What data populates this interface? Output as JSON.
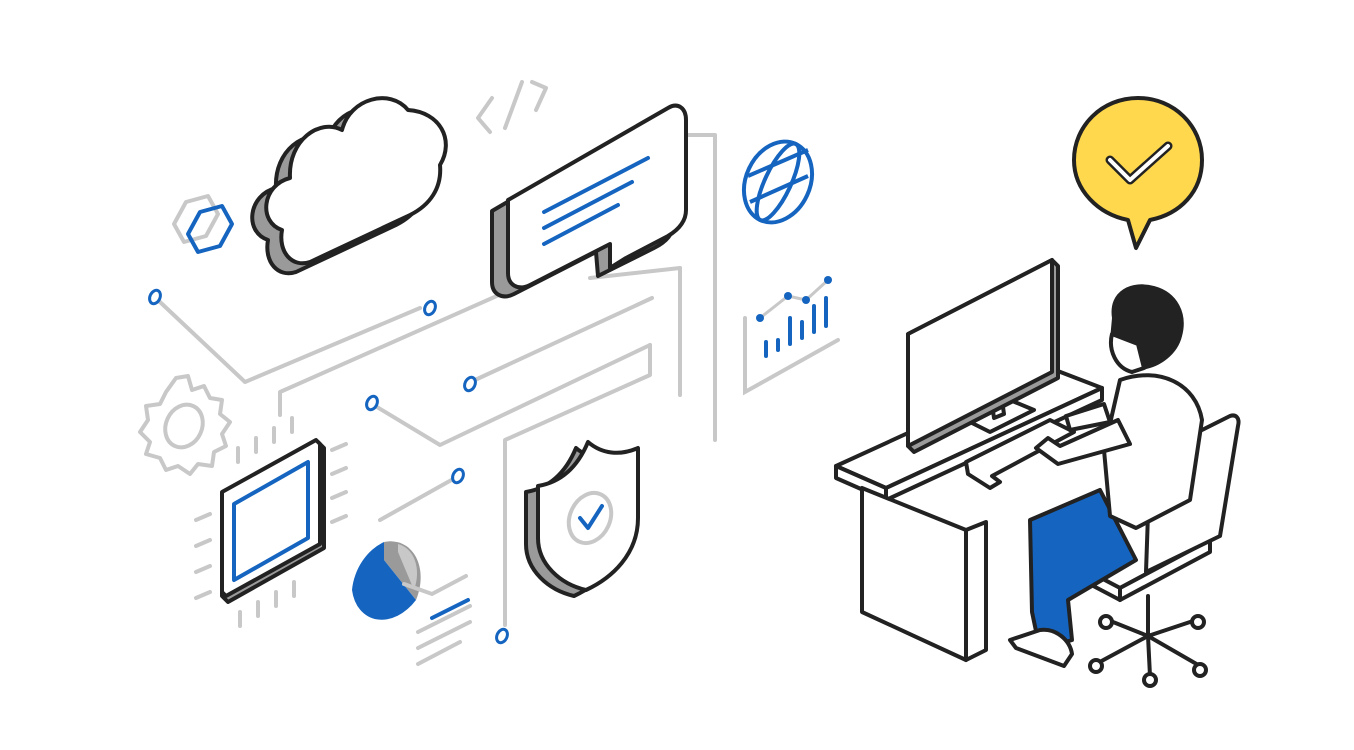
{
  "illustration": {
    "colors": {
      "outline": "#222222",
      "gray_line": "#c8c8c8",
      "gray_shade": "#9a9a9a",
      "blue": "#1565c0",
      "yellow": "#ffd84d",
      "white": "#ffffff"
    },
    "icons": [
      "cloud-icon",
      "chat-bubble-icon",
      "code-tag-icon",
      "globe-icon",
      "bar-chart-icon",
      "hexagon-icon",
      "gear-icon",
      "cpu-chip-icon",
      "pie-chart-icon",
      "shield-check-icon",
      "checkmark-badge-icon",
      "computer-monitor-icon",
      "desk-icon",
      "office-chair-icon",
      "person-at-computer"
    ],
    "code_tag_text": "</>",
    "pie_chart": {
      "blue_fraction": 0.65,
      "gray_fraction": 0.35
    }
  }
}
